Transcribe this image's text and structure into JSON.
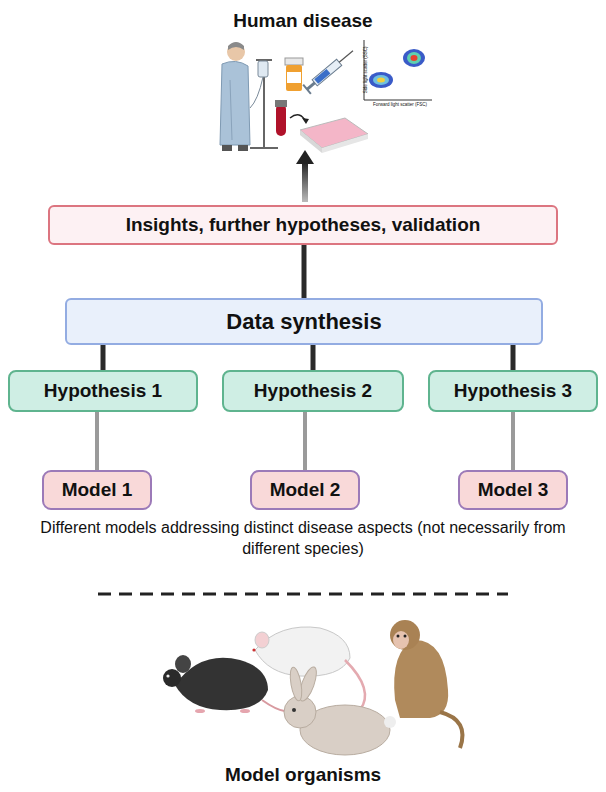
{
  "diagram": {
    "title": "Human disease",
    "caption": "Model organisms",
    "nodes": [
      {
        "text": [
          "Insights, further hypotheses, validation"
        ]
      },
      {
        "text": [
          "Data synthesis"
        ]
      },
      {
        "text": [
          "Hypothesis 1"
        ]
      },
      {
        "text": [
          "Hypothesis 2"
        ]
      },
      {
        "text": [
          "Hypothesis 3"
        ]
      },
      {
        "text": [
          "Model 1"
        ]
      },
      {
        "text": [
          "Model 2"
        ]
      },
      {
        "text": [
          "Model 3"
        ]
      }
    ],
    "edges": [
      {
        "from": 1,
        "to": 0,
        "arrow": "none"
      },
      {
        "from": 2,
        "to": 1,
        "arrow": "none"
      },
      {
        "from": 3,
        "to": 1,
        "arrow": "none"
      },
      {
        "from": 4,
        "to": 1,
        "arrow": "none"
      },
      {
        "from": 5,
        "to": 2,
        "arrow": "none"
      },
      {
        "from": 6,
        "to": 3,
        "arrow": "none"
      },
      {
        "from": 7,
        "to": 4,
        "arrow": "none"
      }
    ],
    "labels": [
      "Different models addressing distinct disease aspects (not necessarily from different species)",
      "Side light scatter (SSC)",
      "Forward light scatter (FSC)"
    ]
  }
}
